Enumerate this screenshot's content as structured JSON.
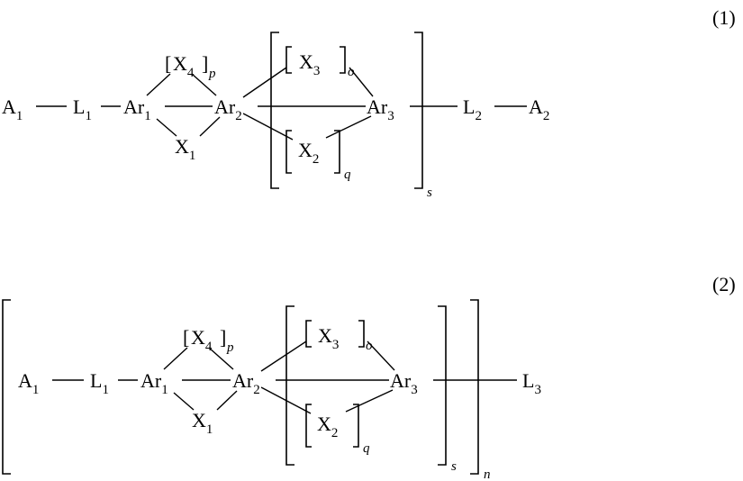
{
  "formulas": [
    {
      "number": "(1)",
      "atoms": {
        "A1": {
          "base": "A",
          "sub": "1"
        },
        "L1": {
          "base": "L",
          "sub": "1"
        },
        "Ar1": {
          "base": "Ar",
          "sub": "1"
        },
        "Ar2": {
          "base": "Ar",
          "sub": "2"
        },
        "Ar3": {
          "base": "Ar",
          "sub": "3"
        },
        "L2": {
          "base": "L",
          "sub": "2"
        },
        "A2": {
          "base": "A",
          "sub": "2"
        },
        "X1": {
          "base": "X",
          "sub": "1"
        },
        "X2": {
          "base": "X",
          "sub": "2"
        },
        "X3": {
          "base": "X",
          "sub": "3"
        },
        "X4": {
          "base": "X",
          "sub": "4"
        }
      },
      "indices": {
        "p": "p",
        "o": "o",
        "q": "q",
        "s": "s"
      }
    },
    {
      "number": "(2)",
      "atoms": {
        "A1": {
          "base": "A",
          "sub": "1"
        },
        "L1": {
          "base": "L",
          "sub": "1"
        },
        "Ar1": {
          "base": "Ar",
          "sub": "1"
        },
        "Ar2": {
          "base": "Ar",
          "sub": "2"
        },
        "Ar3": {
          "base": "Ar",
          "sub": "3"
        },
        "L3": {
          "base": "L",
          "sub": "3"
        },
        "X1": {
          "base": "X",
          "sub": "1"
        },
        "X2": {
          "base": "X",
          "sub": "2"
        },
        "X3": {
          "base": "X",
          "sub": "3"
        },
        "X4": {
          "base": "X",
          "sub": "4"
        }
      },
      "indices": {
        "p": "p",
        "o": "o",
        "q": "q",
        "s": "s",
        "n": "n"
      }
    }
  ]
}
